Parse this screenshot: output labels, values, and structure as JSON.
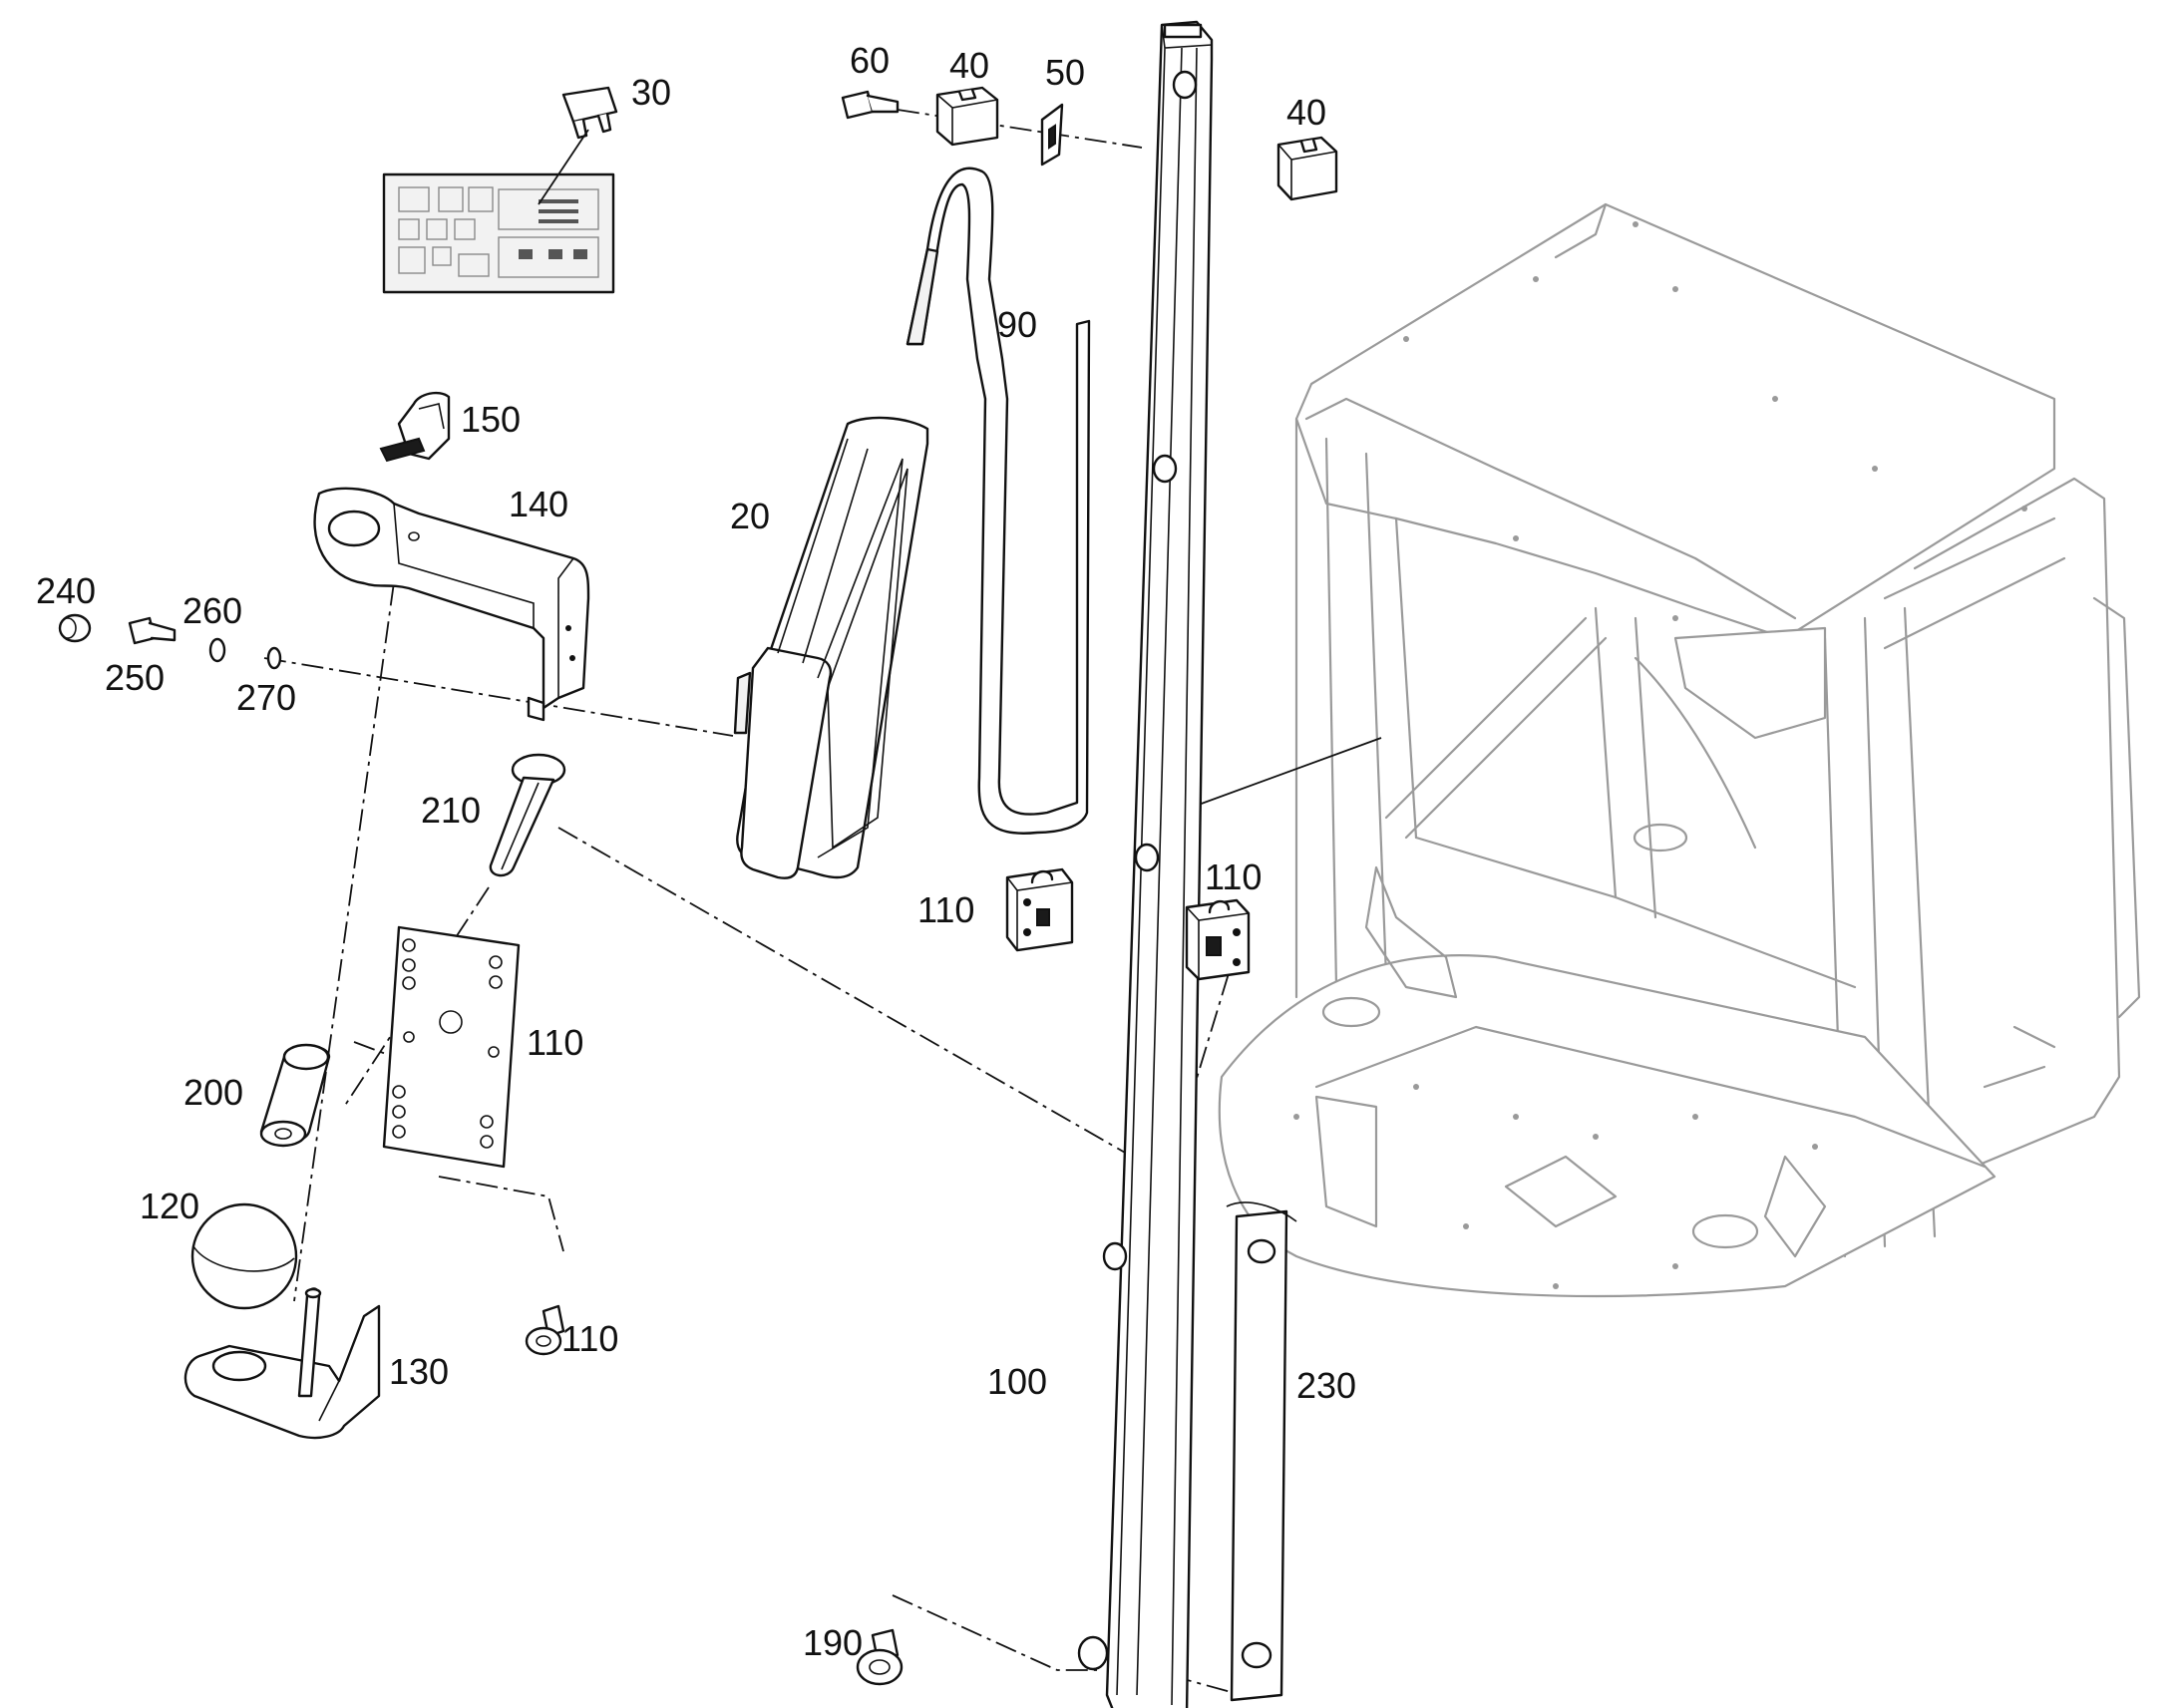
{
  "callouts": {
    "c30": "30",
    "c60": "60",
    "c40a": "40",
    "c50": "50",
    "c40b": "40",
    "c90": "90",
    "c150": "150",
    "c140": "140",
    "c20": "20",
    "c240": "240",
    "c260": "260",
    "c250": "250",
    "c270": "270",
    "c210": "210",
    "c110a": "110",
    "c110b": "110",
    "c110c": "110",
    "c110d": "110",
    "c200": "200",
    "c120": "120",
    "c130": "130",
    "c100": "100",
    "c230": "230",
    "c190": "190"
  }
}
